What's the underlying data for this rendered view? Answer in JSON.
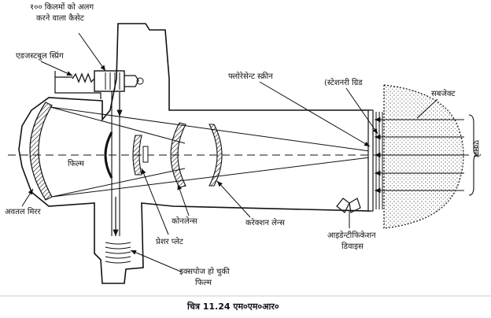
{
  "diagram": {
    "labels": {
      "cassette_line1": "१०० किलमों को अलग",
      "cassette_line2": "करने वाला कैसेट",
      "spring": "एडजस्टबुल स्प्रिंग",
      "screen": "फ्लोरेसेन्ट स्क्रीन",
      "grid": "(स्टेशनरी ग्रिड",
      "subject": "सबजेक्ट",
      "film": "फिल्म",
      "mirror": "अवतल मिरर",
      "cone_lens": "कोनलेन्स",
      "correction_lens": "करेक्शन लेन्स",
      "pressure_plate": "प्रेशर प्लेट",
      "ident_line1": "आइडेन्टीफिकेशन",
      "ident_line2": "डिवाइस",
      "exposed_line1": "इक्सपोज हो चुकी",
      "exposed_line2": "फिल्म",
      "xray": "एक्सरे"
    },
    "caption": "चित्र 11.24  एम०एम०आर०"
  }
}
